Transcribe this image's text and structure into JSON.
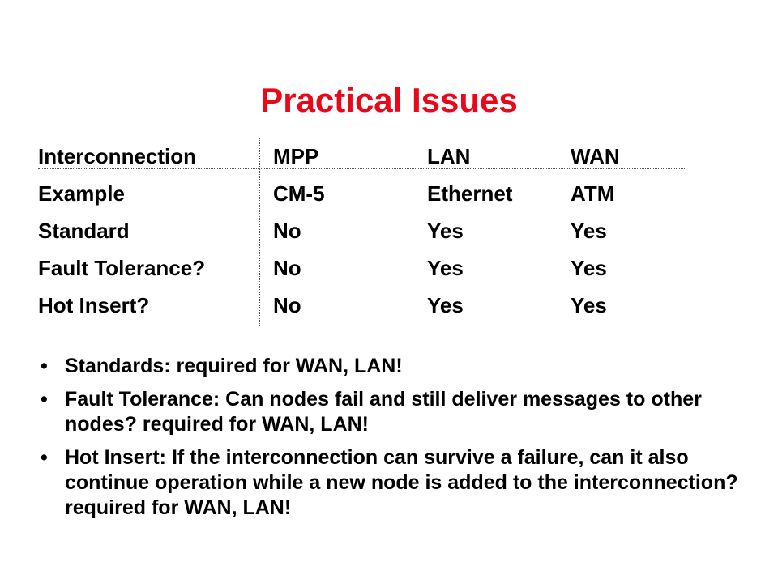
{
  "slide": {
    "title": "Practical Issues",
    "table": {
      "header": [
        "Interconnection",
        "MPP",
        "LAN",
        "WAN"
      ],
      "rows": [
        [
          "Example",
          "CM-5",
          "Ethernet",
          "ATM"
        ],
        [
          "Standard",
          "No",
          "Yes",
          "Yes"
        ],
        [
          "Fault Tolerance?",
          "No",
          "Yes",
          "Yes"
        ],
        [
          "Hot Insert?",
          "No",
          "Yes",
          "Yes"
        ]
      ]
    },
    "bullet_glyph": "•",
    "bullets": [
      "Standards: required for WAN, LAN!",
      "Fault Tolerance: Can nodes fail and still deliver messages to other nodes? required for WAN, LAN!",
      "Hot Insert: If the interconnection can survive a failure, can it also continue operation while a new node is added to the interconnection? required for WAN, LAN!"
    ],
    "colors": {
      "title": "#e8081a",
      "text": "#000000",
      "background": "#ffffff"
    }
  }
}
